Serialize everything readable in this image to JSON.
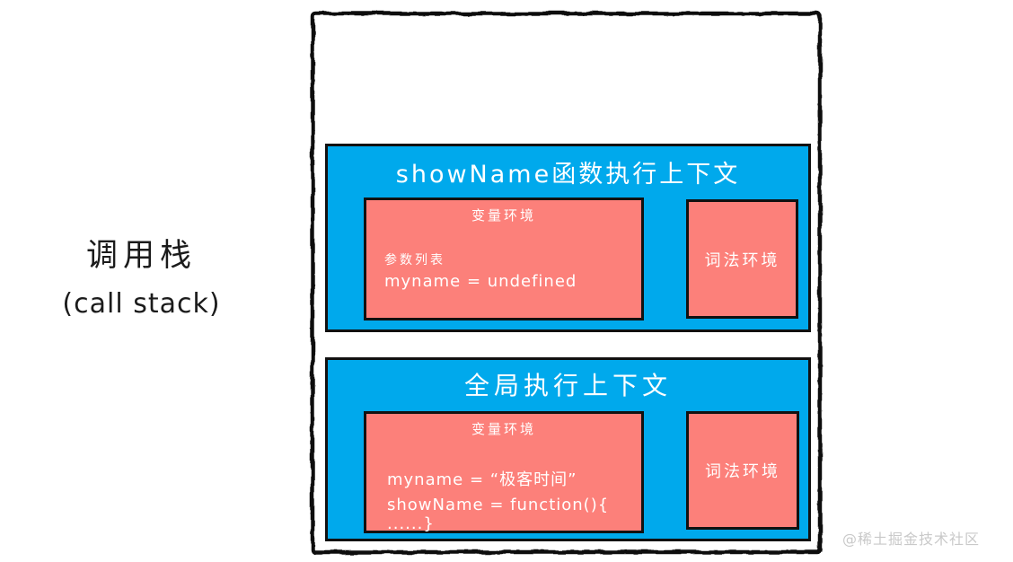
{
  "left_label": {
    "line1": "调用栈",
    "line2": "(call stack)"
  },
  "call_stack": {
    "frames": [
      {
        "title": "showName函数执行上下文",
        "variable_env": {
          "title": "变量环境",
          "lines": [
            "参数列表",
            "myname = undefined"
          ]
        },
        "lexical_env": {
          "title": "词法环境"
        }
      },
      {
        "title": "全局执行上下文",
        "variable_env": {
          "title": "变量环境",
          "lines": [
            "myname = “极客时间”",
            "showName = function(){ ......}"
          ]
        },
        "lexical_env": {
          "title": "词法环境"
        }
      }
    ]
  },
  "watermark": "@稀土掘金技术社区",
  "colors": {
    "frame_blue": "#00A9EC",
    "env_salmon": "#FC807A",
    "border_black": "#111111",
    "text_white": "#FFFFFF",
    "watermark_gray": "#C9C9C9"
  }
}
